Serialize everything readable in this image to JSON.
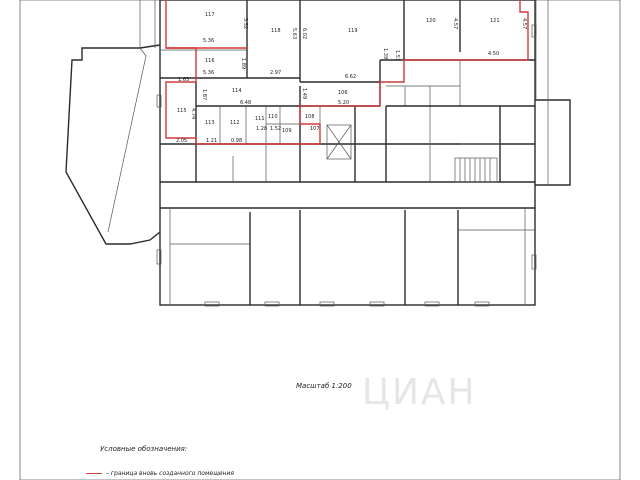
{
  "scale_label": "Масштаб 1:200",
  "legend": {
    "title": "Условные обозначения:",
    "item": "– граница вновь созданного помещения",
    "line_color": "#d23a3a"
  },
  "watermark": "ЦИАН",
  "rooms": [
    {
      "id": "117",
      "label": "117"
    },
    {
      "id": "118",
      "label": "118"
    },
    {
      "id": "119",
      "label": "119"
    },
    {
      "id": "120",
      "label": "120"
    },
    {
      "id": "121",
      "label": "121"
    },
    {
      "id": "116",
      "label": "116"
    },
    {
      "id": "114",
      "label": "114"
    },
    {
      "id": "115",
      "label": "115"
    },
    {
      "id": "113",
      "label": "113"
    },
    {
      "id": "112",
      "label": "112"
    },
    {
      "id": "111",
      "label": "111"
    },
    {
      "id": "110",
      "label": "110"
    },
    {
      "id": "109",
      "label": "109"
    },
    {
      "id": "108",
      "label": "108"
    },
    {
      "id": "107",
      "label": "107"
    },
    {
      "id": "106",
      "label": "106"
    }
  ],
  "dimensions": [
    {
      "id": "d1",
      "text": "5.36"
    },
    {
      "id": "d2",
      "text": "3.52"
    },
    {
      "id": "d3",
      "text": "5.63"
    },
    {
      "id": "d4",
      "text": "6.02"
    },
    {
      "id": "d5",
      "text": "4.57"
    },
    {
      "id": "d6",
      "text": "4.57"
    },
    {
      "id": "d7",
      "text": "4.50"
    },
    {
      "id": "d8",
      "text": "5.36"
    },
    {
      "id": "d9",
      "text": "1.89"
    },
    {
      "id": "d10",
      "text": "2.97"
    },
    {
      "id": "d11",
      "text": "6.62"
    },
    {
      "id": "d12",
      "text": "1.63"
    },
    {
      "id": "d13",
      "text": "1.87"
    },
    {
      "id": "d14",
      "text": "6.48"
    },
    {
      "id": "d15",
      "text": "5.20"
    },
    {
      "id": "d16",
      "text": "1.49"
    },
    {
      "id": "d17",
      "text": "4.74"
    },
    {
      "id": "d18",
      "text": "2.05"
    },
    {
      "id": "d19",
      "text": "1.39"
    },
    {
      "id": "d20",
      "text": "1.51"
    },
    {
      "id": "d21",
      "text": "1.52"
    },
    {
      "id": "d22",
      "text": "0.98"
    },
    {
      "id": "d23",
      "text": "1.21"
    },
    {
      "id": "d24",
      "text": "1.28"
    }
  ]
}
